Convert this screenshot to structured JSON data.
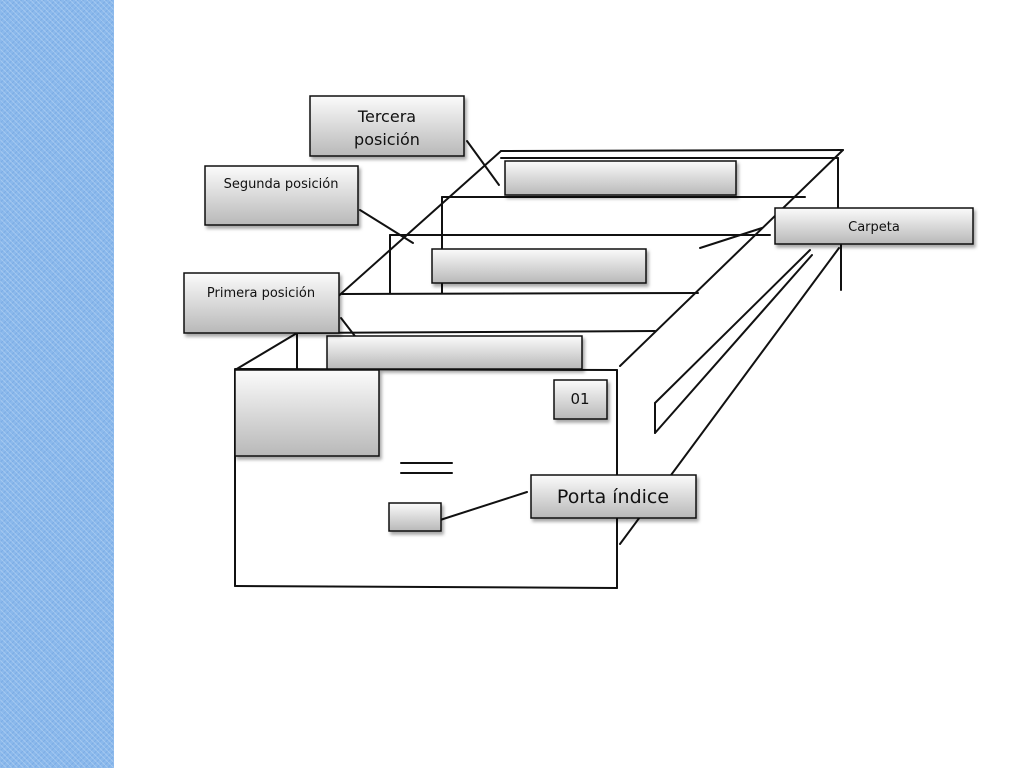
{
  "labels": {
    "tercera": [
      "Tercera",
      "posición"
    ],
    "segunda": "Segunda posición",
    "primera": "Primera posición",
    "carpeta": "Carpeta",
    "numero": "01",
    "porta": "Porta índice"
  },
  "colors": {
    "band": "#8bb9ec",
    "box_top": "#fbfbfb",
    "box_bottom": "#b9b9b9",
    "stroke": "#111111"
  }
}
